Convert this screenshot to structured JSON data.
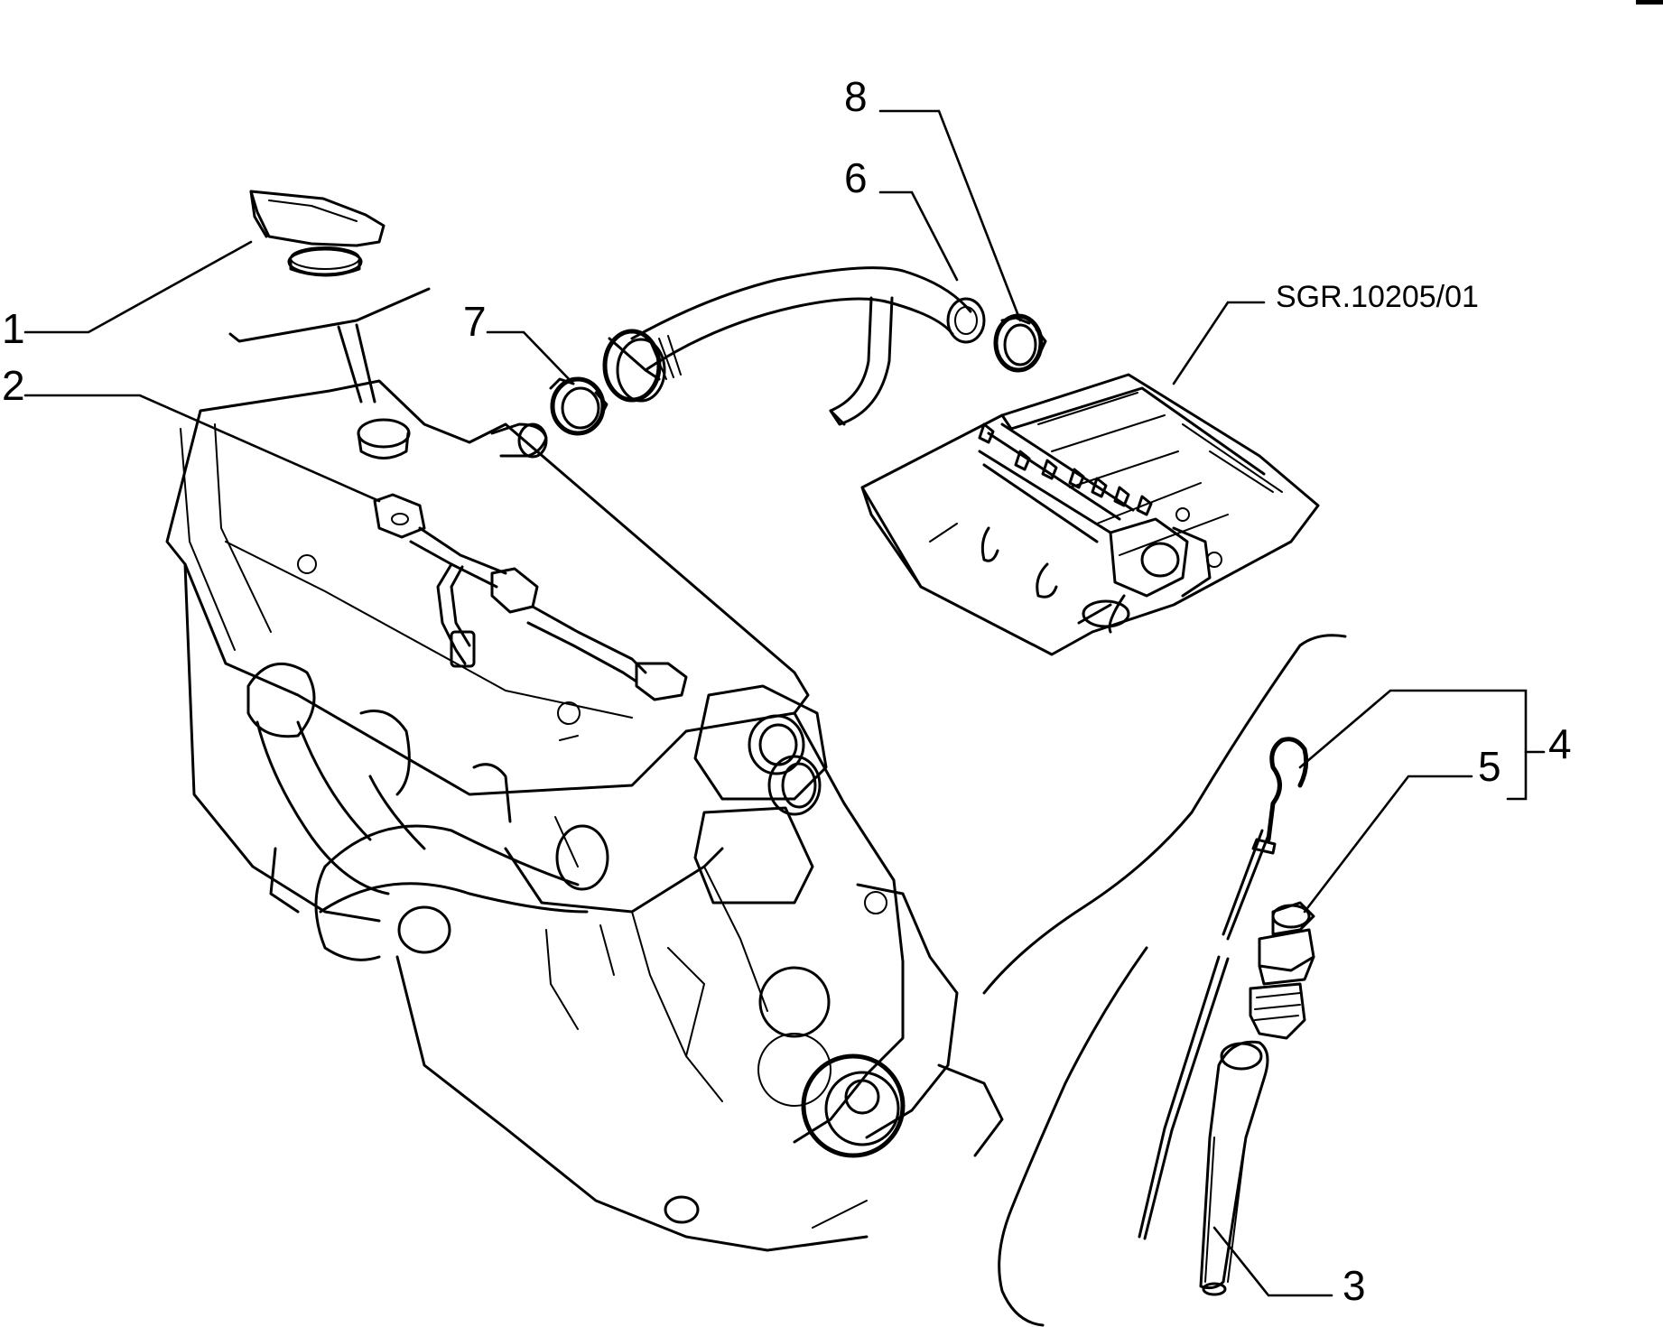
{
  "reference_code": "SGR.10205/01",
  "callouts": {
    "c1": "1",
    "c2": "2",
    "c3": "3",
    "c4": "4",
    "c5": "5",
    "c6": "6",
    "c7": "7",
    "c8": "8"
  }
}
